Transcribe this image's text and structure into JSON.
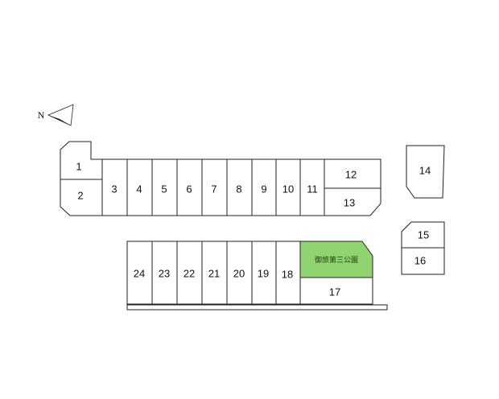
{
  "compass": {
    "label": "N"
  },
  "park": {
    "label": "御旅第三公園",
    "color": "#8fd46e"
  },
  "lots": {
    "l1": "1",
    "l2": "2",
    "l3": "3",
    "l4": "4",
    "l5": "5",
    "l6": "6",
    "l7": "7",
    "l8": "8",
    "l9": "9",
    "l10": "10",
    "l11": "11",
    "l12": "12",
    "l13": "13",
    "l14": "14",
    "l15": "15",
    "l16": "16",
    "l17": "17",
    "l18": "18",
    "l19": "19",
    "l20": "20",
    "l21": "21",
    "l22": "22",
    "l23": "23",
    "l24": "24"
  }
}
